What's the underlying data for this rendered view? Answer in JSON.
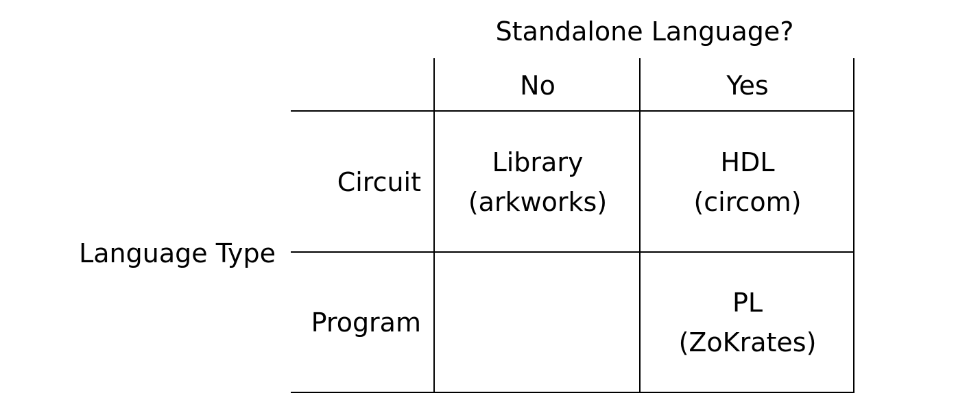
{
  "column_axis_label": "Standalone Language?",
  "row_axis_label": "Language Type",
  "columns": [
    "No",
    "Yes"
  ],
  "rows": [
    {
      "label": "Circuit",
      "cells": [
        {
          "name": "Library",
          "example": "(arkworks)"
        },
        {
          "name": "HDL",
          "example": "(circom)"
        }
      ]
    },
    {
      "label": "Program",
      "cells": [
        {
          "name": "",
          "example": ""
        },
        {
          "name": "PL",
          "example": "(ZoKrates)"
        }
      ]
    }
  ]
}
